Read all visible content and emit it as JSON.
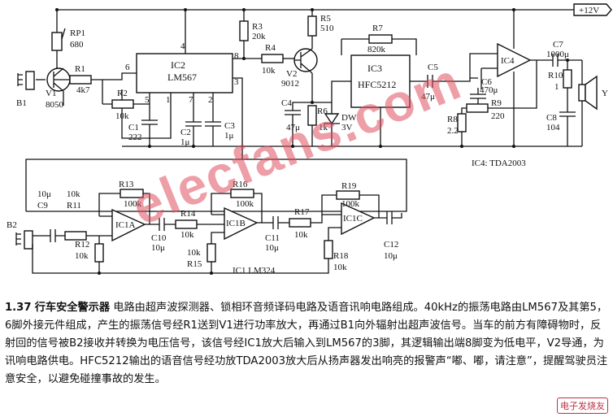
{
  "supply": "+12V",
  "components": {
    "RP1": "RP1",
    "RP1_val": "680",
    "R1": "R1",
    "R1_val": "4k7",
    "V1": "V1",
    "V1_val": "8050",
    "B1": "B1",
    "R2": "R2",
    "R2_val": "10k",
    "C1": "C1",
    "C1_val": "222",
    "IC2": "IC2",
    "IC2_val": "LM567",
    "C2": "C2",
    "C2_val": "1μ",
    "C3": "C3",
    "C3_val": "1μ",
    "R3": "R3",
    "R3_val": "20k",
    "R4": "R4",
    "R4_val": "10k",
    "R5": "R5",
    "R5_val": "510",
    "V2": "V2",
    "V2_val": "9012",
    "C4": "C4",
    "C4_val": "47μ",
    "R6": "R6",
    "R6_val": "1k",
    "DW": "DW",
    "DW_val": "3V",
    "R7": "R7",
    "R7_val": "820k",
    "IC3": "IC3",
    "IC3_val": "HFC5212",
    "C5": "C5",
    "C5_val": "47μ",
    "C6": "C6",
    "C6_val": "470μ",
    "R8": "R8",
    "R8_val": "2.2",
    "R9": "R9",
    "R9_val": "220",
    "IC4": "IC4",
    "IC4_note": "IC4: TDA2003",
    "C7": "C7",
    "C7_val": "1000μ",
    "R10": "R10",
    "R10_val": "1",
    "C8": "C8",
    "C8_val": "104",
    "Y": "Y",
    "B2": "B2",
    "C9": "C9",
    "C9_val": "10μ",
    "R11": "R11",
    "R11_val": "10k",
    "R12": "R12",
    "R12_val": "10k",
    "R13": "R13",
    "R13_val": "100k",
    "IC1A": "IC1A",
    "C10": "C10",
    "C10_val": "10μ",
    "R14": "R14",
    "R14_val": "10k",
    "R15": "R15",
    "R15_val": "10k",
    "R16": "R16",
    "R16_val": "100k",
    "IC1B": "IC1B",
    "C11": "C11",
    "C11_val": "10μ",
    "R17": "R17",
    "R17_val": "10k",
    "R18": "R18",
    "R18_val": "10k",
    "R19": "R19",
    "R19_val": "100k",
    "IC1C": "IC1C",
    "C12": "C12",
    "C12_val": "10μ",
    "IC1_note": "IC1  LM324"
  },
  "pins": [
    "8",
    "6",
    "5",
    "1",
    "7",
    "2",
    "4",
    "3"
  ],
  "caption": {
    "number": "1.37",
    "title": "行车安全警示器",
    "body": "电路由超声波探测器、锁相环音频译码电路及语音讯响电路组成。40kHz的振荡电路由LM567及其第5，6脚外接元件组成，产生的振荡信号经R1送到V1进行功率放大，再通过B1向外辐射出超声波信号。当车的前方有障碍物时，反射回的信号被B2接收并转换为电压信号，该信号经IC1放大后输入到LM567的3脚，其逻辑输出端8脚变为低电平，V2导通，为讯响电路供电。HFC5212输出的语音信号经功放TDA2003放大后从扬声器发出响亮的报警声“嘟、嘟，请注意”，提醒驾驶员注意安全，以避免碰撞事故的发生。"
  },
  "watermark": "elecfans.com",
  "corner_logo": "电子发烧友"
}
